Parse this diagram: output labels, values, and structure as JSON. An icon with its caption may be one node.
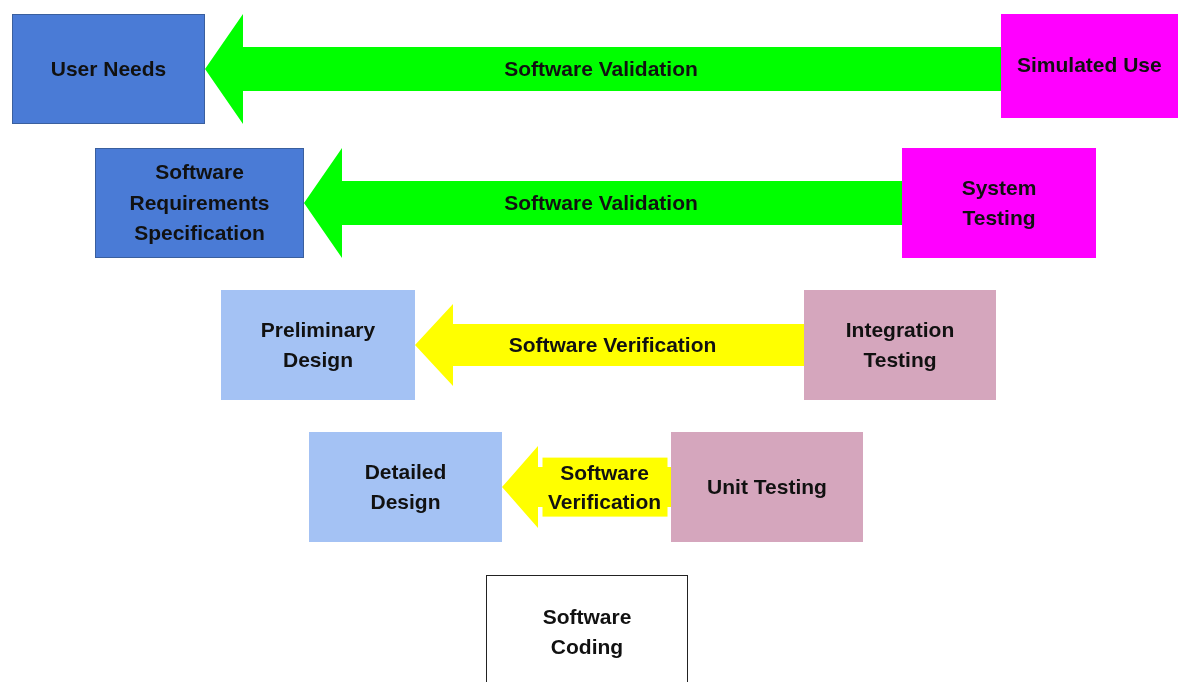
{
  "diagram": {
    "nodes": [
      {
        "text": [
          "User Needs"
        ]
      },
      {
        "text": [
          "Simulated Use"
        ]
      },
      {
        "text": [
          "Software Requirements Specification"
        ]
      },
      {
        "text": [
          "System Testing"
        ]
      },
      {
        "text": [
          "Preliminary Design"
        ]
      },
      {
        "text": [
          "Integration Testing"
        ]
      },
      {
        "text": [
          "Detailed Design"
        ]
      },
      {
        "text": [
          "Unit Testing"
        ]
      },
      {
        "text": [
          "Software Coding"
        ]
      }
    ],
    "edges": [
      {
        "from": 1,
        "to": 0,
        "arrow": "to",
        "label": "Software Validation",
        "style": "thick",
        "color": "#00ff00"
      },
      {
        "from": 3,
        "to": 2,
        "arrow": "to",
        "label": "Software Validation",
        "style": "thick",
        "color": "#00ff00"
      },
      {
        "from": 5,
        "to": 4,
        "arrow": "to",
        "label": "Software Verification",
        "style": "thick",
        "color": "#ffff00"
      },
      {
        "from": 7,
        "to": 6,
        "arrow": "to",
        "label": "Software Verification",
        "style": "thick",
        "color": "#ffff00"
      }
    ]
  }
}
